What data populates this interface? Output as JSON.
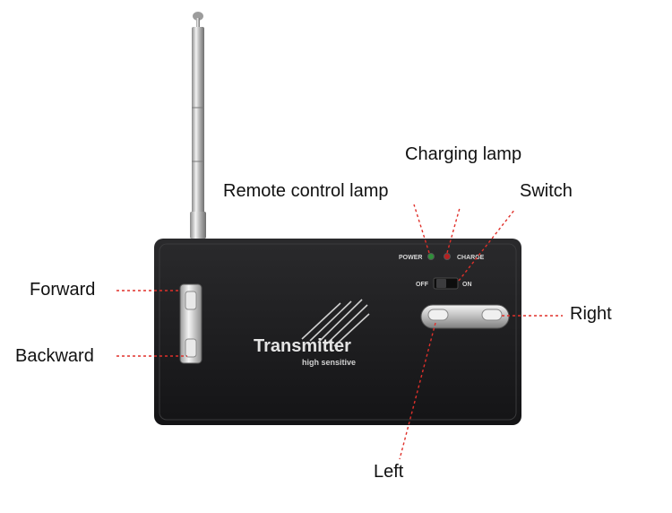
{
  "callouts": {
    "charging_lamp": "Charging lamp",
    "remote_control_lamp": "Remote control lamp",
    "switch": "Switch",
    "forward": "Forward",
    "backward": "Backward",
    "right": "Right",
    "left": "Left"
  },
  "device": {
    "power_label": "POWER",
    "charge_label": "CHARGE",
    "off_label": "OFF",
    "on_label": "ON",
    "brand": "Transmitter",
    "tagline": "high sensitive"
  },
  "colors": {
    "body": "#1c1c1e",
    "leader_line": "#e0302a",
    "power_led": "#2f8f3a",
    "charge_led": "#b52020",
    "button_metal": "#c9c9c9"
  },
  "icons": [
    "antenna-icon",
    "stripe-logo-icon"
  ]
}
